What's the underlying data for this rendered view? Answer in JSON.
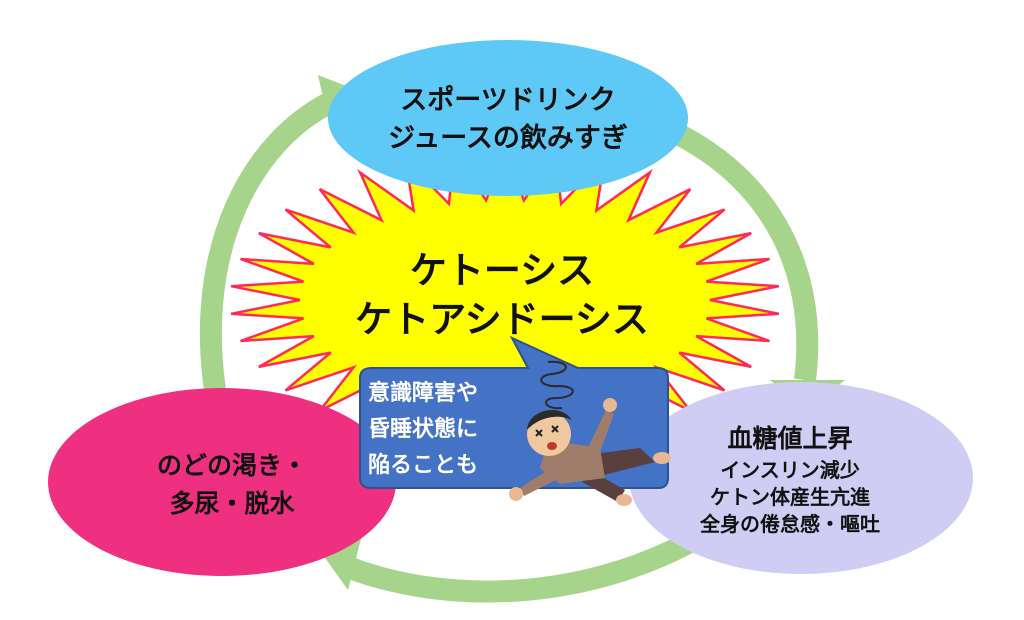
{
  "center": {
    "line1": "ケトーシス",
    "line2": "ケトアシドーシス"
  },
  "top_node": {
    "line1": "スポーツドリンク",
    "line2": "ジュースの飲みすぎ"
  },
  "right_node": {
    "title": "血糖値上昇",
    "line1": "インスリン減少",
    "line2": "ケトン体産生亢進",
    "line3": "全身の倦怠感・嘔吐"
  },
  "left_node": {
    "line1": "のどの渇き・",
    "line2": "多尿・脱水"
  },
  "callout": {
    "line1": "意識障害や",
    "line2": "昏睡状態に",
    "line3": "陥ることも"
  },
  "colors": {
    "arrow": "#a6d48a",
    "top_ellipse": "#5ec8f7",
    "right_ellipse": "#cfcdf4",
    "left_ellipse": "#ef2f80",
    "burst_fill": "#ffff00",
    "burst_stroke": "#ff2a55",
    "callout": "#4472c4"
  },
  "icons": {
    "person": "collapsed-person-icon",
    "dizzy": "dizzy-swirl-icon"
  }
}
